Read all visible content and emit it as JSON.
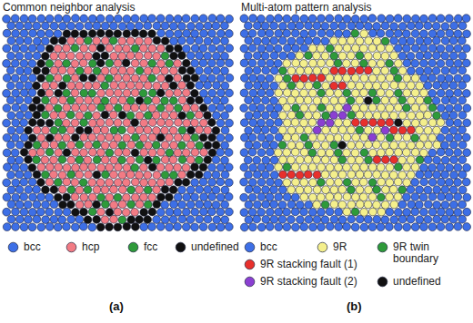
{
  "diagram": {
    "nodes": [
      {
        "text": [
          "Common neighbor analysis"
        ]
      },
      {
        "text": [
          "Multi-atom pattern analysis"
        ]
      }
    ],
    "labels": [
      "(a)",
      "(b)"
    ],
    "legend": [
      {
        "text": "bcc",
        "color": "#3d6fe6"
      },
      {
        "text": "hcp",
        "color": "#f27b84"
      },
      {
        "text": "fcc",
        "color": "#2e9a3a"
      },
      {
        "text": "undefined",
        "color": "#111111"
      },
      {
        "text": "bcc",
        "color": "#3d6fe6"
      },
      {
        "text": "9R",
        "color": "#f4ef8c"
      },
      {
        "text": "9R twin boundary",
        "color": "#2e9a3a"
      },
      {
        "text": "9R stacking fault (1)",
        "color": "#e8302c"
      },
      {
        "text": "9R stacking fault (2)",
        "color": "#8b3fd2"
      },
      {
        "text": "undefined",
        "color": "#111111"
      }
    ]
  }
}
